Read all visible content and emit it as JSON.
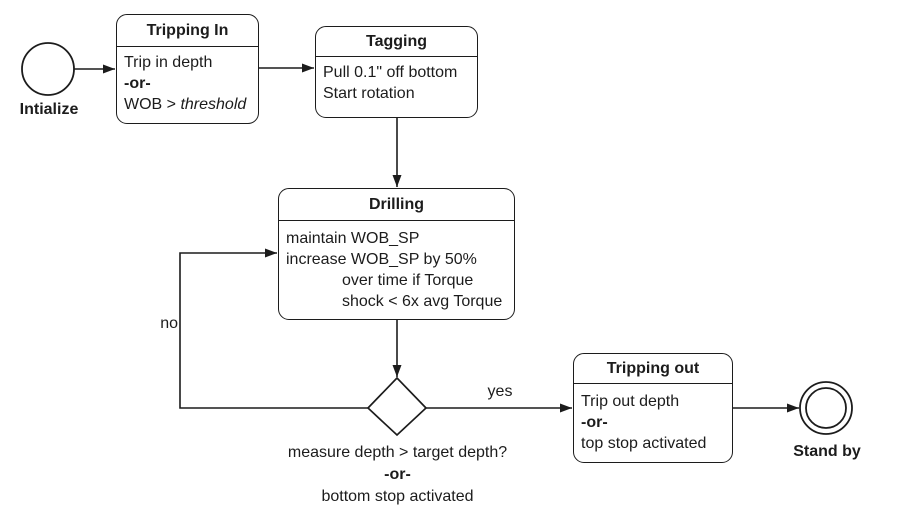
{
  "colors": {
    "stroke": "#1c1c1c",
    "background": "#ffffff",
    "text": "#1c1c1c"
  },
  "initial_state": {
    "label": "Intialize"
  },
  "final_state": {
    "label": "Stand by"
  },
  "states": {
    "tripping_in": {
      "title": "Tripping In",
      "line1": "Trip in depth",
      "line2": "-or-",
      "line3_prefix": "WOB > ",
      "line3_italic": "threshold"
    },
    "tagging": {
      "title": "Tagging",
      "line1": "Pull 0.1\" off bottom",
      "line2": "Start rotation"
    },
    "drilling": {
      "title": "Drilling",
      "line1": "maintain WOB_SP",
      "line2": "increase WOB_SP by 50%",
      "line3": "over time if Torque",
      "line4": "shock < 6x avg Torque"
    },
    "tripping_out": {
      "title": "Tripping out",
      "line1": "Trip out depth",
      "line2": "-or-",
      "line3": "top stop activated"
    }
  },
  "decision": {
    "line1": "measure depth > target depth?",
    "line2": "-or-",
    "line3": "bottom stop activated"
  },
  "edge_labels": {
    "yes": "yes",
    "no": "no"
  }
}
